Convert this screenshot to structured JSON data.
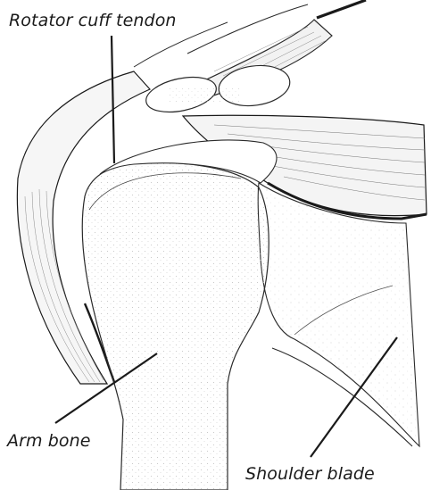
{
  "labels": {
    "rotator_cuff_tendon": "Rotator cuff tendon",
    "arm_bone": "Arm bone",
    "shoulder_blade": "Shoulder blade"
  },
  "colors": {
    "ink": "#1a1a1a",
    "stipple": "#c9c9c9",
    "muscle_shade": "#d9d9d9",
    "background": "#ffffff"
  }
}
